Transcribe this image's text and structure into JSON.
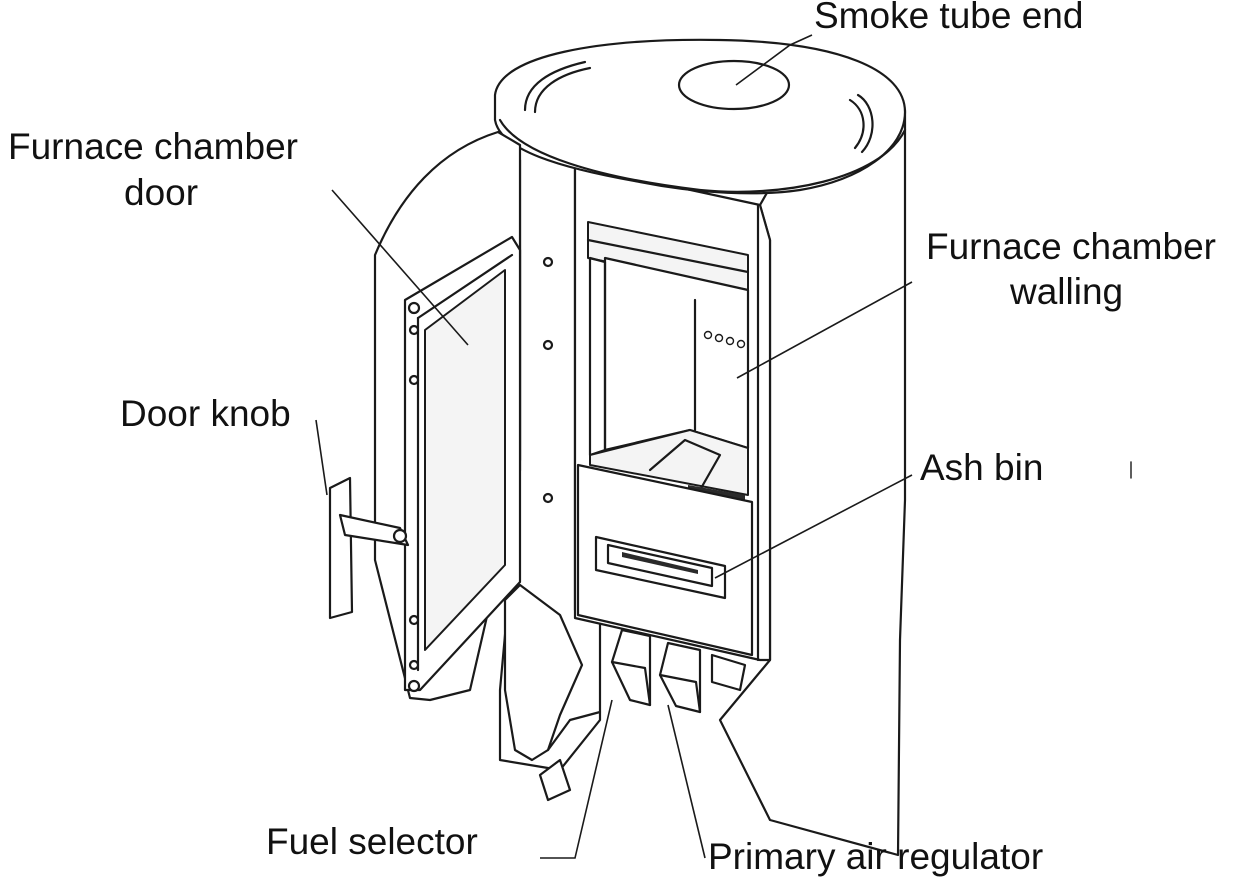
{
  "labels": {
    "smoke_tube_end": "Smoke tube end",
    "furnace_chamber_door_line1": "Furnace chamber",
    "furnace_chamber_door_line2": "door",
    "furnace_chamber_walling_line1": "Furnace chamber",
    "furnace_chamber_walling_line2": "walling",
    "door_knob": "Door knob",
    "ash_bin": "Ash bin",
    "fuel_selector": "Fuel selector",
    "primary_air_regulator": "Primary air regulator"
  },
  "colors": {
    "line": "#1a1a1a",
    "background": "#ffffff"
  }
}
